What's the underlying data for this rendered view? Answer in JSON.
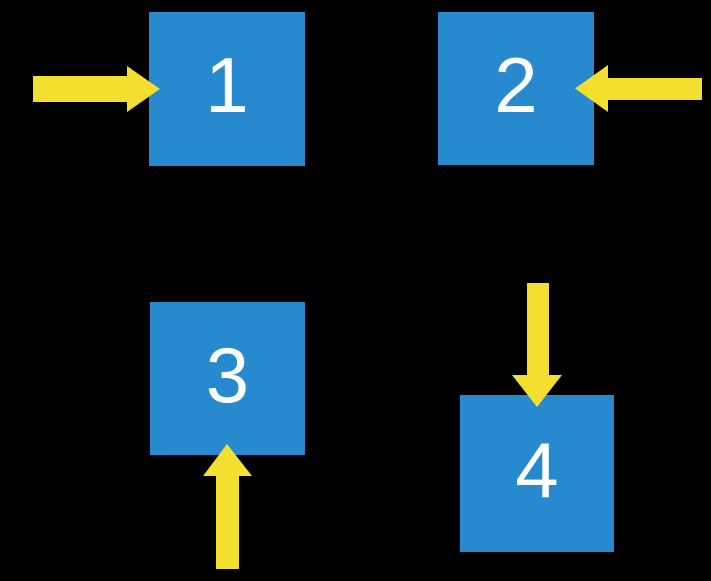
{
  "colors": {
    "background": "#000000",
    "square": "#2789CE",
    "arrow": "#F3DF2F",
    "number": "#FFFFFF"
  },
  "diagram": {
    "items": [
      {
        "label": "1",
        "arrow_icon": "arrow-right-icon"
      },
      {
        "label": "2",
        "arrow_icon": "arrow-left-icon"
      },
      {
        "label": "3",
        "arrow_icon": "arrow-up-icon"
      },
      {
        "label": "4",
        "arrow_icon": "arrow-down-icon"
      }
    ]
  }
}
